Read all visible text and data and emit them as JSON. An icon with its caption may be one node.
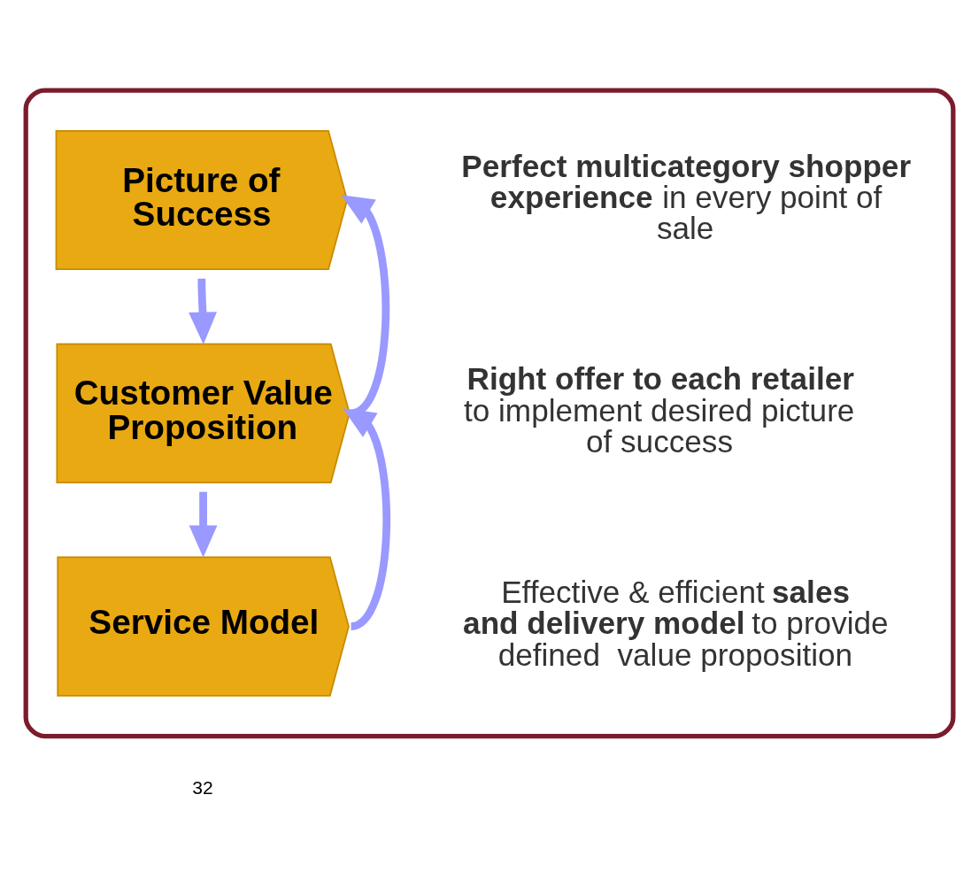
{
  "diagram": {
    "nodes": [
      {
        "text": [],
        "shape": "box"
      },
      {
        "text": [
          "Picture of Success"
        ],
        "in": 0,
        "beside": [
          "**Perfect multicategory shopper experience** in every point of sale"
        ]
      },
      {
        "text": [
          "Customer Value Proposition"
        ],
        "in": 0,
        "beside": [
          "**Right offer to each retailer** to implement desired picture of success"
        ]
      },
      {
        "text": [
          "Service Model"
        ],
        "in": 0,
        "beside": [
          "Effective & efficient **sales and delivery model** to provide defined  value proposition"
        ]
      }
    ],
    "edges": [
      {
        "from": 1,
        "to": 2,
        "arrow": "to"
      },
      {
        "from": 2,
        "to": 3,
        "arrow": "to"
      },
      {
        "from": 3,
        "to": 2,
        "arrow": "to"
      },
      {
        "from": 2,
        "to": 1,
        "arrow": "to"
      }
    ],
    "labels": [
      "32"
    ]
  }
}
